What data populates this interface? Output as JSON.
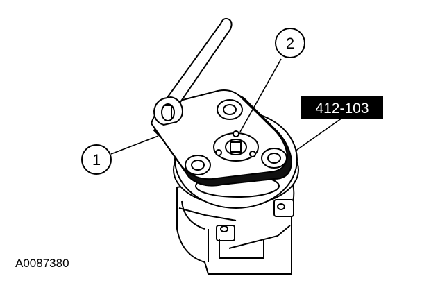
{
  "diagram": {
    "callouts": [
      {
        "label": "1"
      },
      {
        "label": "2"
      }
    ],
    "tool_label": "412-103",
    "figure_id": "A0087380"
  },
  "colors": {
    "ink": "#000000",
    "paper": "#ffffff",
    "label_fill": "#000000",
    "label_text": "#ffffff"
  }
}
